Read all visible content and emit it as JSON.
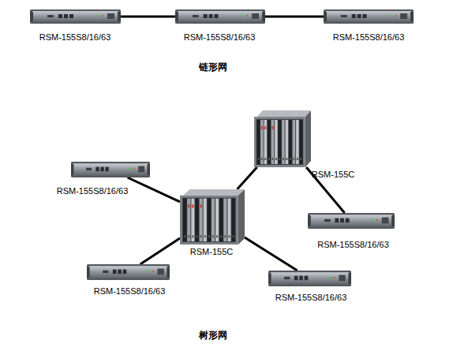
{
  "diagram": {
    "nodes": [
      {
        "text": [
          "RSM-155S8/16/63"
        ]
      },
      {
        "text": [
          "RSM-155S8/16/63"
        ]
      },
      {
        "text": [
          "RSM-155S8/16/63"
        ]
      },
      {
        "text": [
          "RSM-155C"
        ]
      },
      {
        "text": [
          "RSM-155S8/16/63"
        ]
      },
      {
        "text": [
          "RSM-155C"
        ]
      },
      {
        "text": [
          "RSM-155S8/16/63"
        ]
      },
      {
        "text": [
          "RSM-155S8/16/63"
        ]
      },
      {
        "text": [
          "RSM-155S8/16/63"
        ]
      }
    ],
    "edges": [
      {
        "from": 0,
        "to": 1,
        "arrow": "none"
      },
      {
        "from": 1,
        "to": 2,
        "arrow": "none"
      },
      {
        "from": 5,
        "to": 4,
        "arrow": "none"
      },
      {
        "from": 5,
        "to": 3,
        "arrow": "none"
      },
      {
        "from": 3,
        "to": 6,
        "arrow": "none"
      },
      {
        "from": 5,
        "to": 7,
        "arrow": "none"
      },
      {
        "from": 5,
        "to": 8,
        "arrow": "none"
      }
    ],
    "labels": [
      "链形网",
      "树形网"
    ]
  }
}
